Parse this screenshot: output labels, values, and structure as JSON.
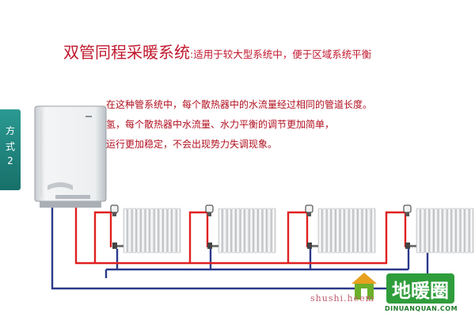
{
  "header": {
    "title_main": "双管同程采暖系统",
    "title_sub": ":适用于较大型系统中，便于区域系统平衡"
  },
  "description": {
    "lines": [
      "在这种管系统中，每个散热器中的水流量经过相同的管道长度。",
      "氢，每个散热器中水流量、水力平衡的调节更加简单，",
      "运行更加稳定，不会出现势力失调现象。"
    ]
  },
  "side_tab": {
    "chars": [
      "方",
      "式",
      "2"
    ],
    "color": "#1e8a82"
  },
  "watermark": {
    "text": "shushi.heem"
  },
  "logo": {
    "text": "地暖圈",
    "subtext": "DINUANQUAN.COM",
    "color": "#2f9d3b"
  },
  "colors": {
    "supply_pipe": "#e02020",
    "return_pipe": "#2a3a8a",
    "title": "#c0182e"
  },
  "radiators": {
    "count": 4,
    "fins_each": 13
  }
}
